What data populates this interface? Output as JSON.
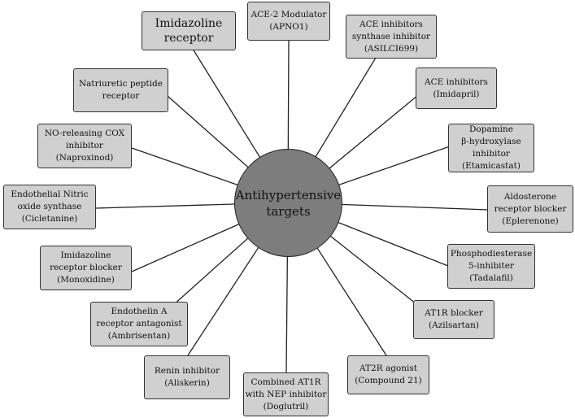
{
  "center": {
    "label": "Antihypertensive\ntargets"
  },
  "targets": [
    {
      "label": "Imidazoline\nreceptor"
    },
    {
      "label": "ACE-2 Modulator\n(APNO1)"
    },
    {
      "label": "ACE inhibitors\nsynthase inhibitor\n(ASILCI699)"
    },
    {
      "label": "ACE inhibitors\n(Imidapril)"
    },
    {
      "label": "Dopamine\nβ-hydroxylase\ninhibitor\n(Etamicastat)"
    },
    {
      "label": "Aldosterone\nreceptor blocker\n(Eplerenone)"
    },
    {
      "label": "Phosphodiesterase\n5-inhibiter\n(Tadalafil)"
    },
    {
      "label": "AT1R blocker\n(Azilsartan)"
    },
    {
      "label": "AT2R agonist\n(Compound 21)"
    },
    {
      "label": "Combined AT1R\nwith NEP inhibitor\n(Doglutril)"
    },
    {
      "label": "Renin inhibitor\n(Aliskerin)"
    },
    {
      "label": "Endothelin A\nreceptor antagonist\n(Ambrisentan)"
    },
    {
      "label": "Imidazoline\nreceptor blocker\n(Monoxidine)"
    },
    {
      "label": "Endothelial Nitric\noxide synthase\n(Cicletanine)"
    },
    {
      "label": "NO-releasing COX\ninhibitor\n(Naproxinod)"
    },
    {
      "label": "Natriuretic peptide\nreceptor"
    }
  ]
}
